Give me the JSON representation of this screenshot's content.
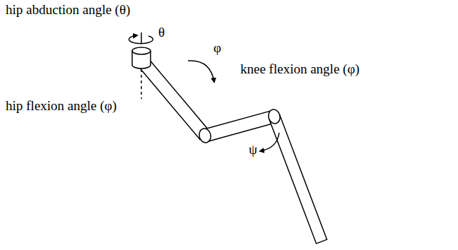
{
  "diagram": {
    "labels": [
      "hip abduction angle (θ)",
      "θ",
      "φ",
      "knee flexion angle (φ)",
      "hip flexion angle (φ)",
      "ψ"
    ]
  }
}
